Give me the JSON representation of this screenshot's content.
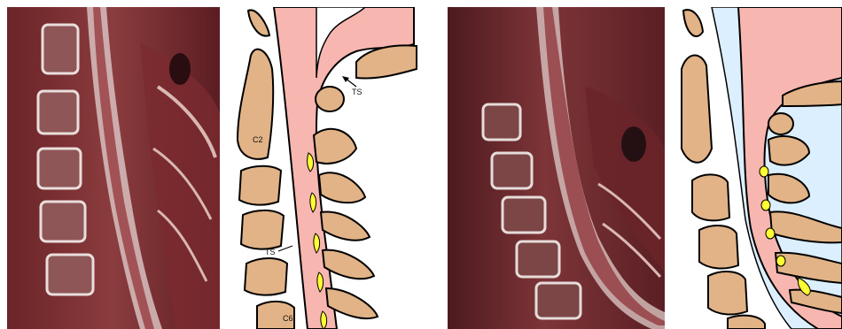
{
  "figure": {
    "panel_a": {
      "kind": "sagittal MRI-style color section, cervical spine (left view)"
    },
    "panel_b": {
      "labels": {
        "ts_upper": "TS",
        "c2": "C2",
        "ts_lower": "TS",
        "c6": "C6"
      }
    },
    "panel_c": {
      "kind": "sagittal MRI-style color section, cervical spine (flexed view)"
    },
    "panel_d": {}
  },
  "colors": {
    "bone": "#e1b387",
    "cord": "#f7b7b0",
    "csf": "#dcefff",
    "ligament": "#ffff33",
    "tissue_dark": "#5a1f22",
    "tissue_mid": "#8a3a3b",
    "tissue_light": "#c99a95",
    "outline": "#000000"
  }
}
